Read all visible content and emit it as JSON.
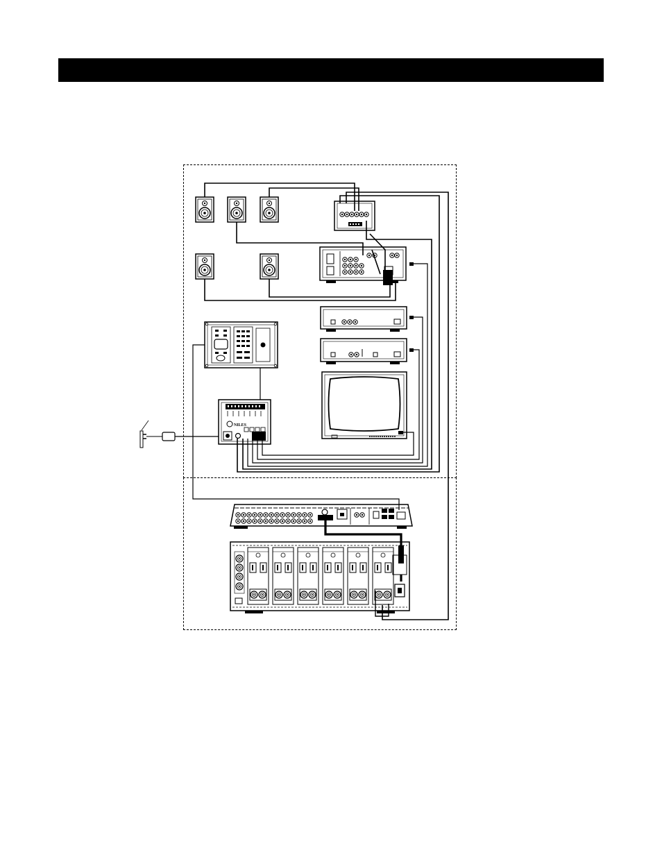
{
  "page": {
    "header_bar_color": "#000000",
    "line_color": "#000000",
    "background": "#ffffff"
  },
  "diagram": {
    "brand_label": "NILES",
    "zones": [
      {
        "name": "room-zone",
        "style": "dashed"
      },
      {
        "name": "equipment-zone",
        "style": "dashed"
      }
    ],
    "components": [
      {
        "name": "speaker-front-left",
        "icon": "speaker-icon"
      },
      {
        "name": "speaker-center",
        "icon": "speaker-icon"
      },
      {
        "name": "speaker-front-right",
        "icon": "speaker-icon"
      },
      {
        "name": "speaker-rear-left",
        "icon": "speaker-icon"
      },
      {
        "name": "speaker-rear-right",
        "icon": "speaker-icon"
      },
      {
        "name": "speaker-selector-box",
        "icon": "panel-icon"
      },
      {
        "name": "av-receiver",
        "icon": "receiver-icon"
      },
      {
        "name": "source-component-1",
        "icon": "component-icon"
      },
      {
        "name": "source-component-2",
        "icon": "component-icon"
      },
      {
        "name": "television",
        "icon": "tv-icon"
      },
      {
        "name": "keypad-wall-plate",
        "icon": "keypad-icon"
      },
      {
        "name": "ir-connecting-block",
        "icon": "hub-icon"
      },
      {
        "name": "power-supply",
        "icon": "plug-icon"
      },
      {
        "name": "multizone-controller",
        "icon": "rack-unit-icon"
      },
      {
        "name": "multichannel-amplifier",
        "icon": "amplifier-icon"
      }
    ]
  }
}
